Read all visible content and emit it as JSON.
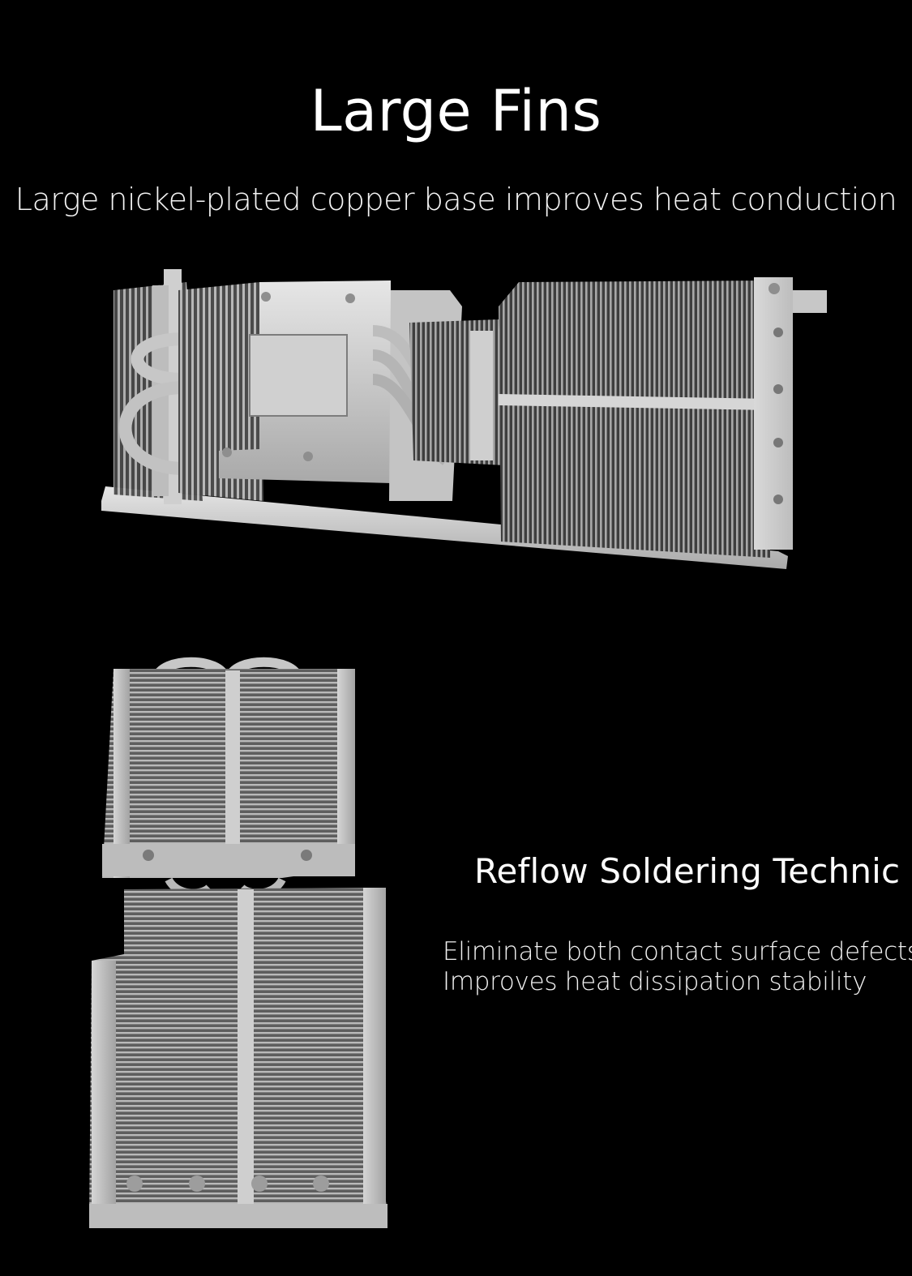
{
  "header": {
    "title": "Large Fins",
    "subtitle": "Large nickel-plated copper base improves heat conduction"
  },
  "images": {
    "top_heatsink": "heatsink-assembly-image",
    "bottom_heatsink": "reflow-soldered-fin-stack-image"
  },
  "feature": {
    "heading": "Reflow Soldering Technic",
    "lines": [
      "Eliminate both contact surface defects",
      "Improves heat dissipation stability"
    ]
  },
  "colors": {
    "background": "#000000",
    "text": "#ffffff",
    "metal": "#c9c9c9"
  }
}
